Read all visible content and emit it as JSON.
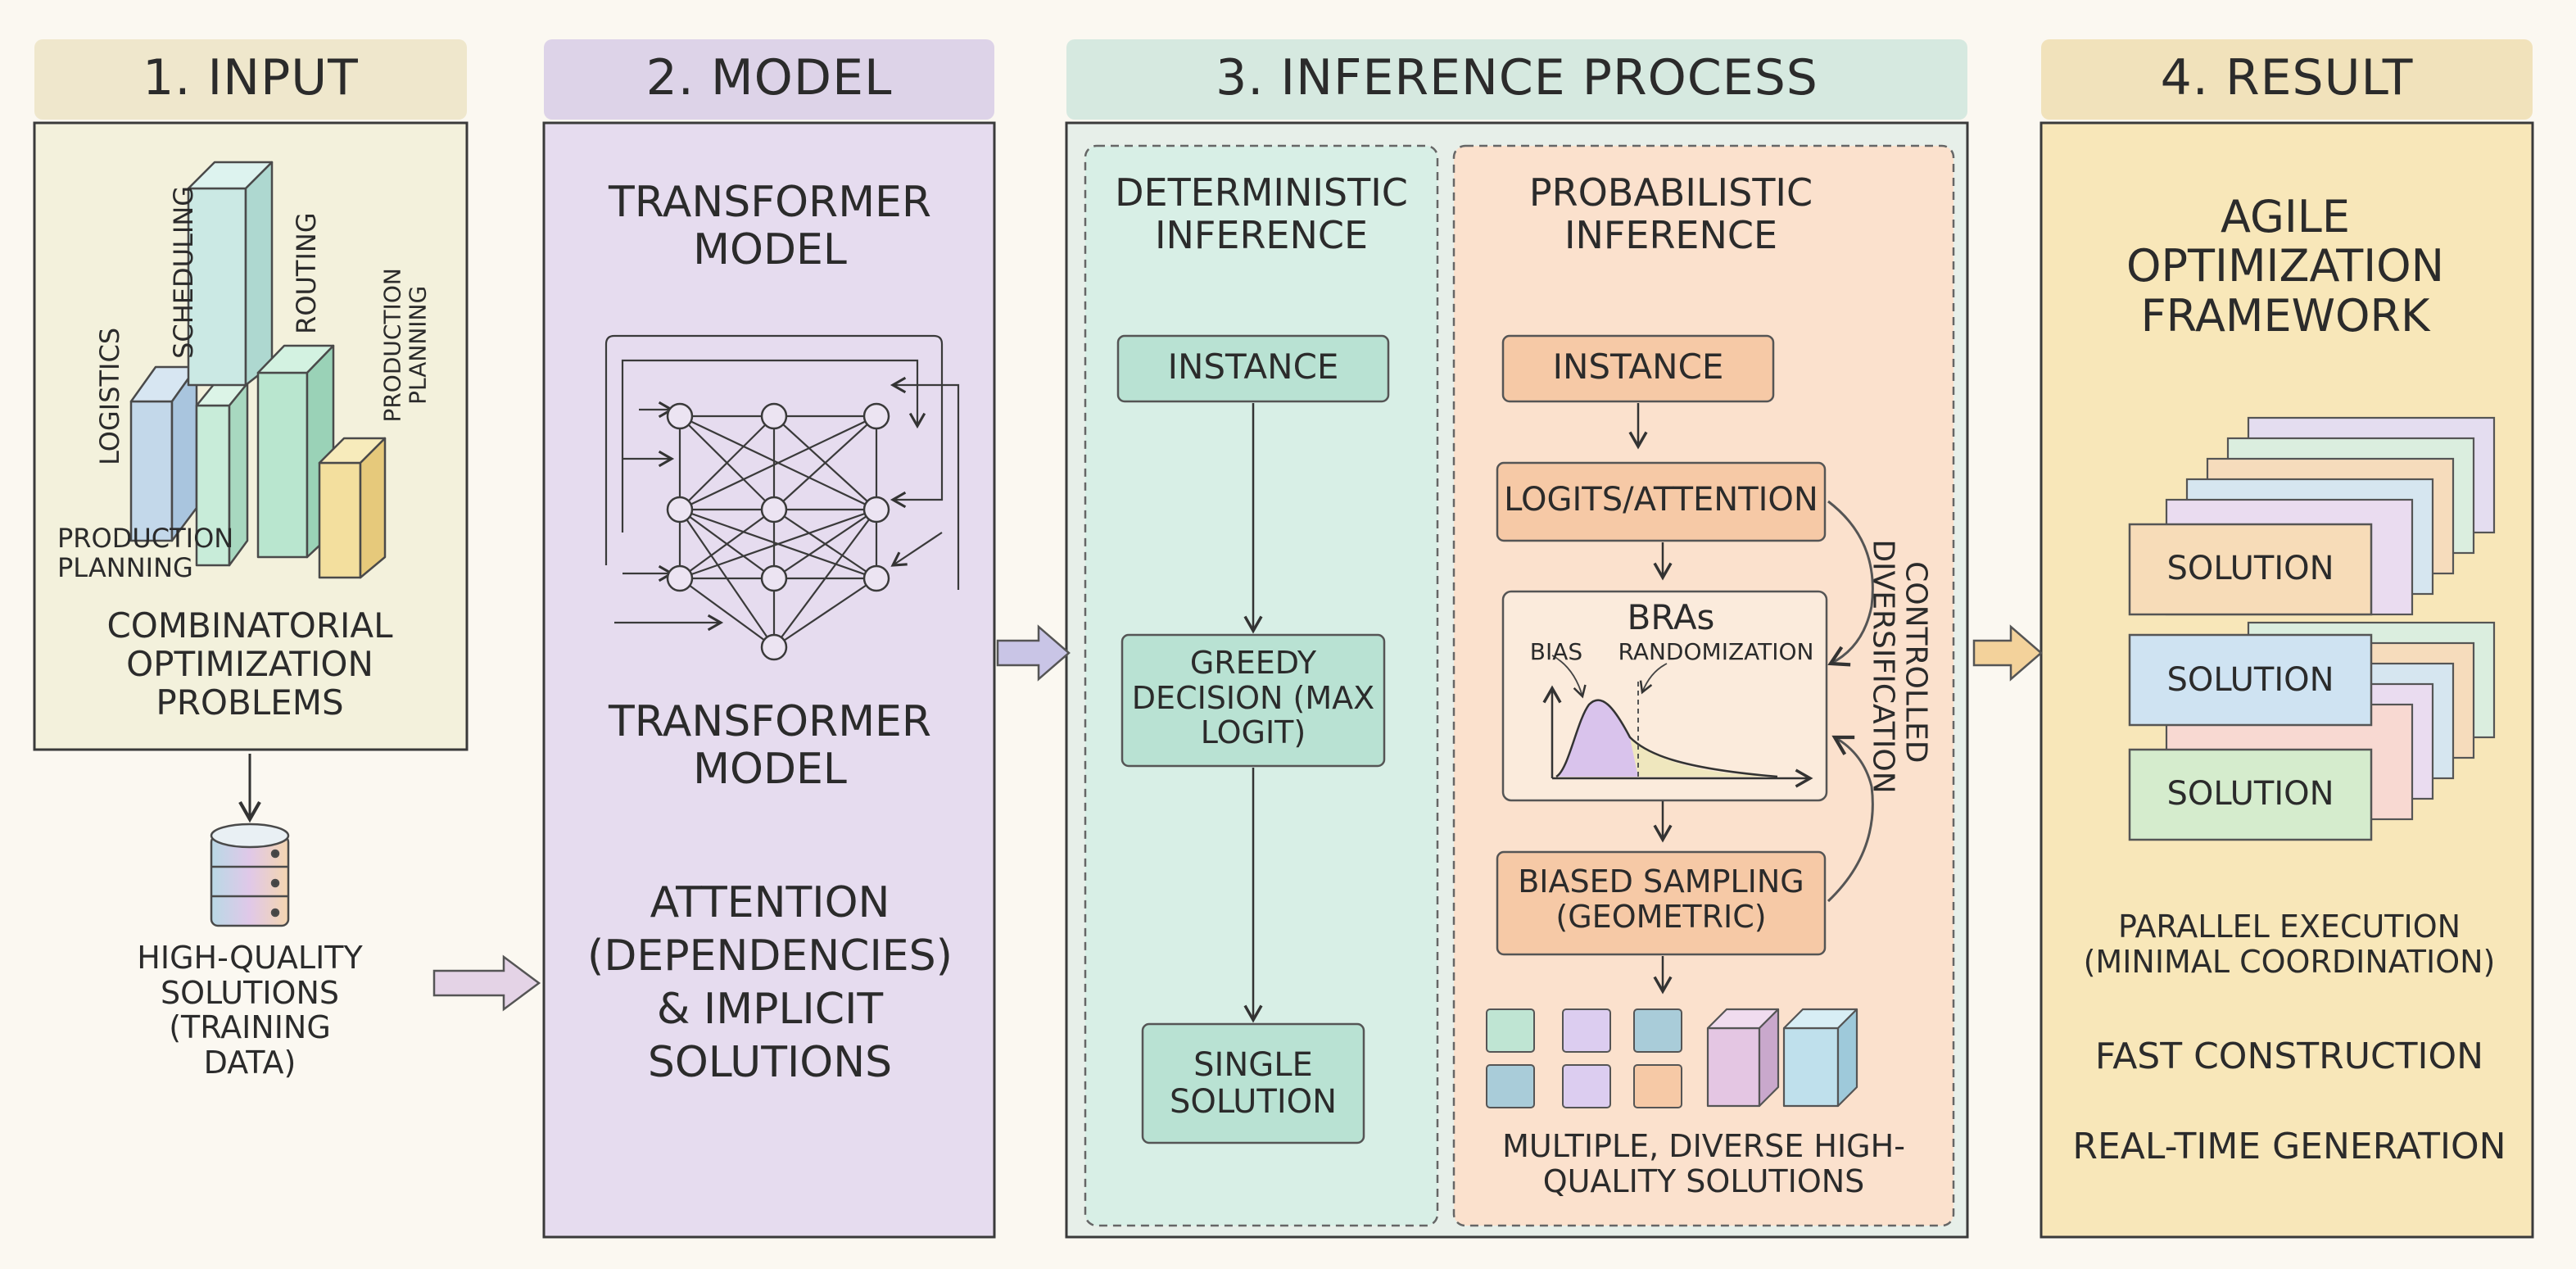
{
  "sections": {
    "input": {
      "header": "1. INPUT",
      "bar_labels": [
        "LOGISTICS",
        "SCHEDULING",
        "ROUTING",
        "PRODUCTION PLANNING"
      ],
      "bottom_label": "PRODUCTION PLANNING",
      "caption": "COMBINATORIAL OPTIMIZATION PROBLEMS",
      "data_caption": "HIGH-QUALITY SOLUTIONS (TRAINING DATA)"
    },
    "model": {
      "header": "2. MODEL",
      "title": "TRANSFORMER MODEL",
      "subtitle": "TRANSFORMER MODEL",
      "attention": "ATTENTION (DEPENDENCIES) & IMPLICIT SOLUTIONS"
    },
    "inference": {
      "header": "3. INFERENCE PROCESS",
      "deterministic": {
        "title": "DETERMINISTIC INFERENCE",
        "instance": "INSTANCE",
        "greedy": "GREEDY DECISION (MAX LOGIT)",
        "single": "SINGLE SOLUTION"
      },
      "probabilistic": {
        "title": "PROBABILISTIC INFERENCE",
        "instance": "INSTANCE",
        "logits": "LOGITS/ATTENTION",
        "bras": "BRAs",
        "bias": "BIAS",
        "randomization": "RANDOMIZATION",
        "sampling": "BIASED SAMPLING (GEOMETRIC)",
        "side_label": "CONTROLLED DIVERSIFICATION",
        "multiple": "MULTIPLE, DIVERSE HIGH-QUALITY SOLUTIONS"
      }
    },
    "result": {
      "header": "4. RESULT",
      "title": "AGILE OPTIMIZATION FRAMEWORK",
      "solutions": [
        "SOLUTION",
        "SOLUTION",
        "SOLUTION"
      ],
      "parallel": "PARALLEL EXECUTION (MINIMAL COORDINATION)",
      "fast": "FAST CONSTRUCTION",
      "realtime": "REAL-TIME GENERATION"
    }
  },
  "colors": {
    "input_bg": "#f3f1dc",
    "model_bg": "#e6dcef",
    "deterministic_bg": "#d8efe6",
    "probabilistic_bg": "#fbe1cd",
    "result_bg": "#f8e7b9",
    "header_bg": "#ece6d6"
  }
}
